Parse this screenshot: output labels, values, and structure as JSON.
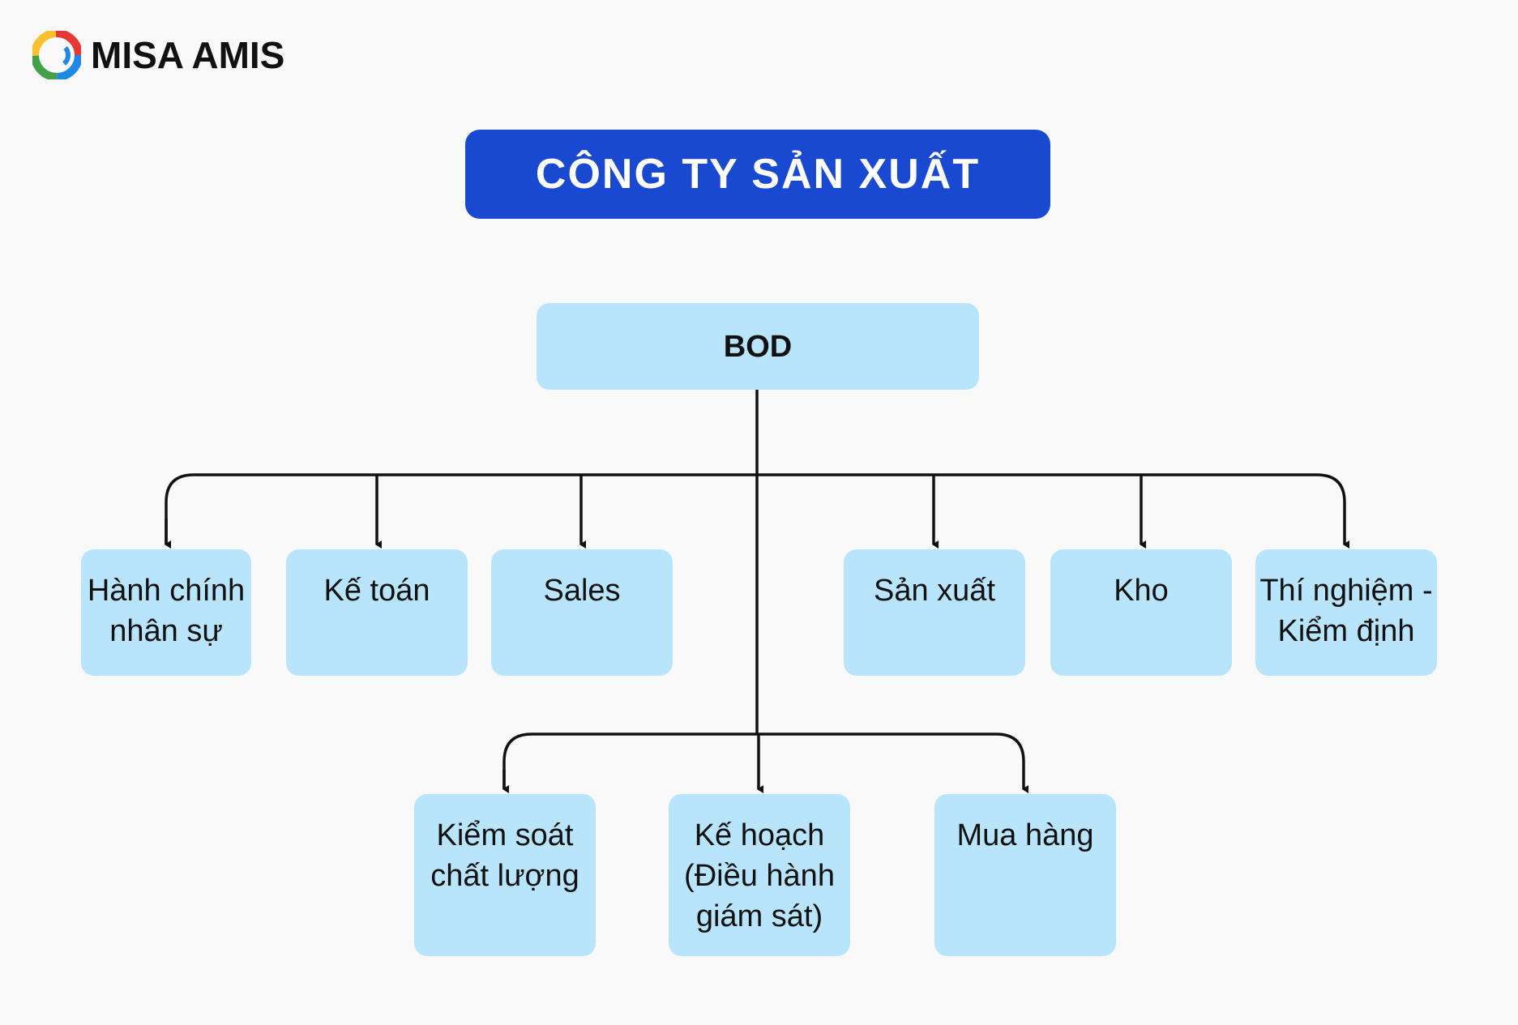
{
  "brand": {
    "name": "MISA AMIS",
    "logo_icon": "misa-amis-logo-icon",
    "colors": [
      "#e53935",
      "#fbc02d",
      "#43a047",
      "#1e88e5"
    ]
  },
  "title": "CÔNG TY SẢN XUẤT",
  "colors": {
    "title_bg": "#1949d1",
    "node_bg": "#b8e4fc",
    "line": "#111111"
  },
  "org": {
    "root": "BOD",
    "departments": [
      "Hành chính\nnhân sự",
      "Kế toán",
      "Sales",
      "Sản xuất",
      "Kho",
      "Thí nghiệm -\nKiểm định"
    ],
    "sub_departments": [
      "Kiểm soát\nchất lượng",
      "Kế hoạch\n(Điều hành\ngiám sát)",
      "Mua hàng"
    ]
  }
}
